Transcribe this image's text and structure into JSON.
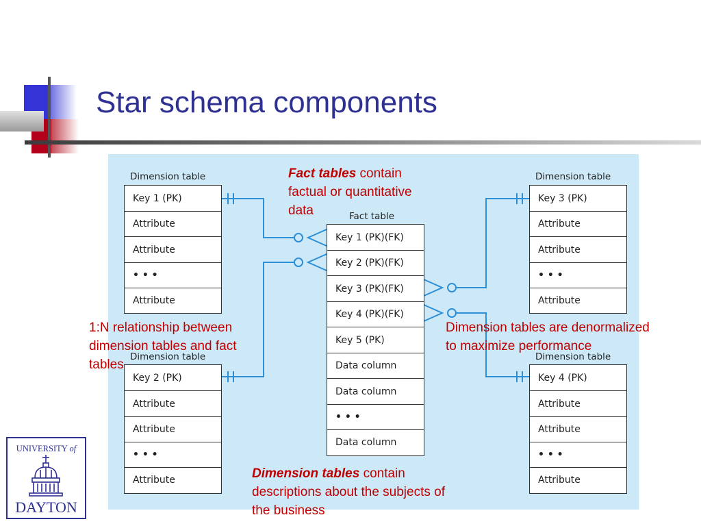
{
  "slide": {
    "title": "Star schema components",
    "colors": {
      "title": "#2E3192",
      "callout": "#C00000",
      "panel": "#cde9f7",
      "connector": "#2d8fd6"
    }
  },
  "dimension_tables": [
    {
      "label": "Dimension table",
      "rows": [
        "Key 1 (PK)",
        "Attribute",
        "Attribute",
        "• • •",
        "Attribute"
      ]
    },
    {
      "label": "Dimension table",
      "rows": [
        "Key 3 (PK)",
        "Attribute",
        "Attribute",
        "• • •",
        "Attribute"
      ]
    },
    {
      "label": "Dimension table",
      "rows": [
        "Key 2 (PK)",
        "Attribute",
        "Attribute",
        "• • •",
        "Attribute"
      ]
    },
    {
      "label": "Dimension table",
      "rows": [
        "Key 4 (PK)",
        "Attribute",
        "Attribute",
        "• • •",
        "Attribute"
      ]
    }
  ],
  "fact_table": {
    "label": "Fact table",
    "rows": [
      "Key 1 (PK)(FK)",
      "Key 2 (PK)(FK)",
      "Key 3 (PK)(FK)",
      "Key 4 (PK)(FK)",
      "Key 5 (PK)",
      "Data column",
      "Data column",
      "• • •",
      "Data column"
    ]
  },
  "callouts": {
    "fact": {
      "emphasis": "Fact tables",
      "rest_line1": " contain",
      "line2": "factual or quantitative",
      "line3": "data"
    },
    "relationship": {
      "line1": "1:N relationship between",
      "line2": "dimension tables and fact",
      "line3": "tables"
    },
    "denormalized": {
      "line1": "Dimension tables are denormalized",
      "line2": "to maximize performance"
    },
    "dimension": {
      "emphasis": "Dimension tables",
      "rest_line1": " contain",
      "line2": "descriptions about the subjects of",
      "line3": "the business"
    }
  },
  "logo": {
    "top_text": "UNIVERSITY",
    "top_of": "of",
    "bottom_text": "DAYTON"
  }
}
